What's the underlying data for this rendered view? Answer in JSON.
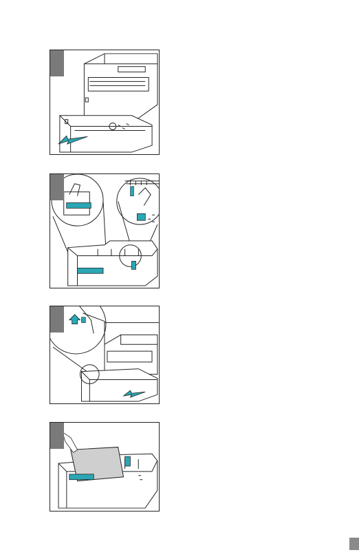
{
  "colors": {
    "line": "#222222",
    "accent": "#2aa7b5",
    "step_tab": "#7a7a7a",
    "page_tab": "#8a8a8a",
    "paper": "#cfcfcf"
  },
  "figures": [
    {
      "id": "p1",
      "depicts": "pull-out-tray-illustration"
    },
    {
      "id": "p2",
      "depicts": "adjust-paper-guides-illustration"
    },
    {
      "id": "p3",
      "depicts": "lift-cover-pull-tray-illustration"
    },
    {
      "id": "p4",
      "depicts": "load-paper-stack-illustration"
    }
  ],
  "icons": [
    "step-tab",
    "teal-arrow-icon",
    "page-thumb-tab"
  ]
}
